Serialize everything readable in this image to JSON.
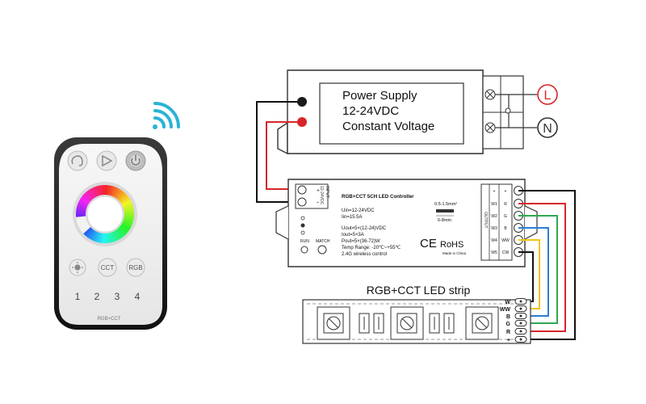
{
  "remote": {
    "button_cct": "CCT",
    "button_rgb": "RGB",
    "zone_numbers": [
      "1",
      "2",
      "3",
      "4"
    ],
    "model_label": "RGB+CCT"
  },
  "power_supply": {
    "title": "Power Supply",
    "voltage": "12-24VDC",
    "mode": "Constant Voltage",
    "terminal_l": "L",
    "terminal_n": "N"
  },
  "controller": {
    "title": "RGB+CCT 5CH LED Controller",
    "input_label": "INPUT",
    "input_voltage": "12-24VDC",
    "input_plus": "+",
    "input_minus": "-",
    "specs": [
      "Uin=12-24VDC",
      "Iin=15.5A",
      "Uout=5×(12-24)VDC",
      "Iout=5×3A",
      "Pout=5×(36-72)W",
      "Temp Range: -20℃~+55℃",
      "2.4G wireless control"
    ],
    "wire_spec_1": "0.5-1.5mm²",
    "wire_spec_2": "6-8mm",
    "ce_mark": "CE",
    "rohs_mark": "RoHS",
    "made_in": "Made in China",
    "run_label": "RUN",
    "match_label": "MATCH",
    "output_label": "OUTPUT",
    "output_channels": [
      "+",
      "R",
      "G",
      "B",
      "WW",
      "CW"
    ],
    "output_groups": [
      "+",
      "W1",
      "W2",
      "W3",
      "W4",
      "W5"
    ]
  },
  "led_strip": {
    "title": "RGB+CCT LED strip",
    "pins": [
      "W",
      "WW",
      "B",
      "G",
      "R",
      "+"
    ]
  },
  "colors": {
    "wire_red": "#d6262b",
    "wire_black": "#111111",
    "wire_green": "#2fa84f",
    "wire_blue": "#2b7fd4",
    "wire_yellow": "#f2c318",
    "wire_orange": "#f39c12"
  }
}
